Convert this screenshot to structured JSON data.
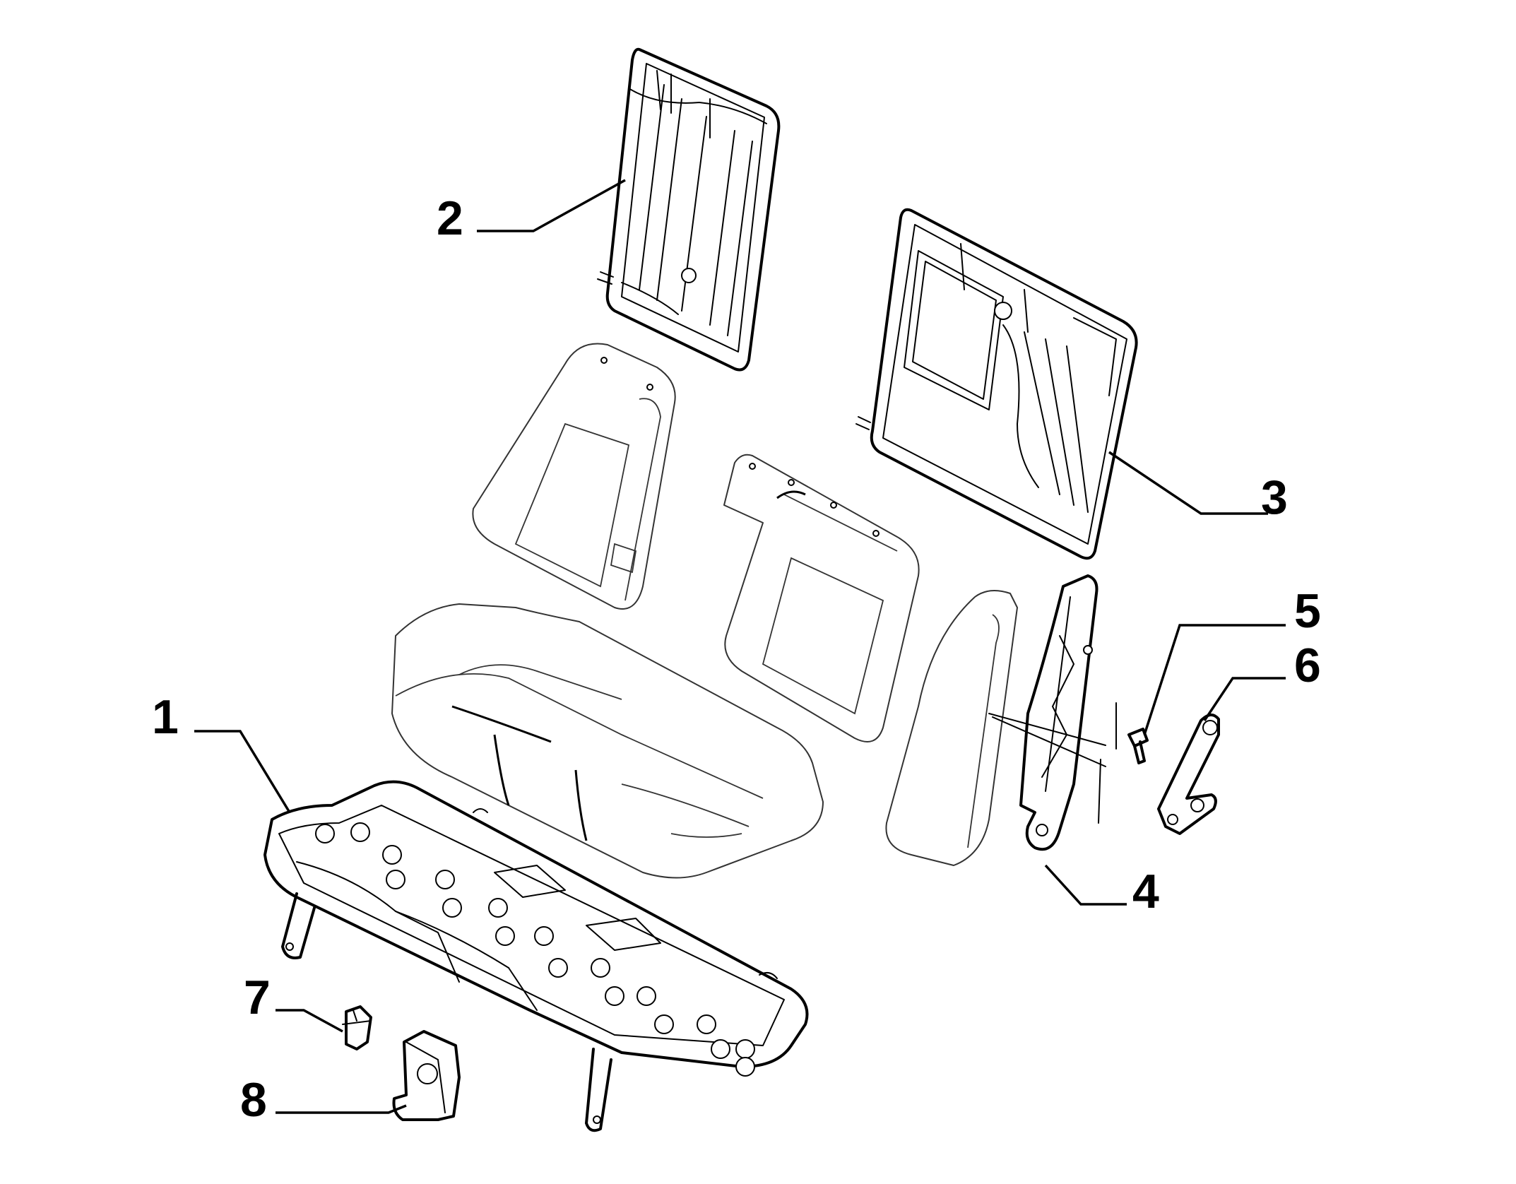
{
  "diagram": {
    "type": "exploded-parts-diagram",
    "callouts": [
      {
        "id": "1",
        "label": "1"
      },
      {
        "id": "2",
        "label": "2"
      },
      {
        "id": "3",
        "label": "3"
      },
      {
        "id": "4",
        "label": "4"
      },
      {
        "id": "5",
        "label": "5"
      },
      {
        "id": "6",
        "label": "6"
      },
      {
        "id": "7",
        "label": "7"
      },
      {
        "id": "8",
        "label": "8"
      }
    ]
  }
}
